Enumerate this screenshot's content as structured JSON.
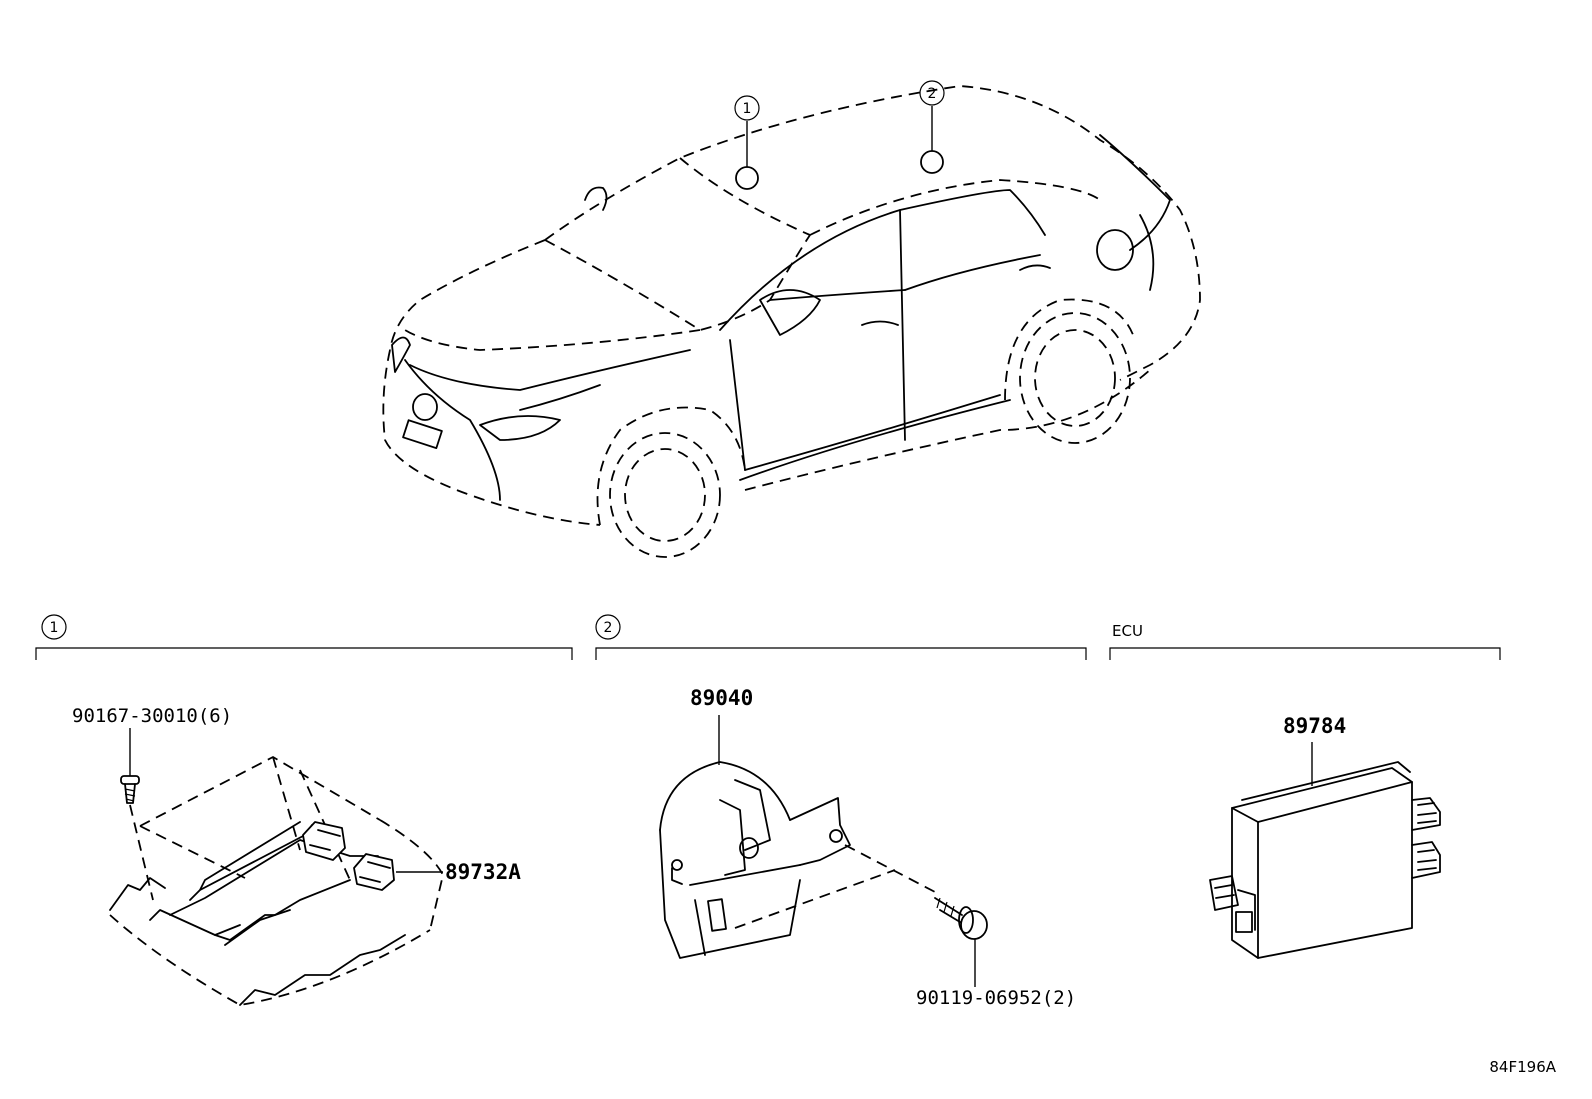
{
  "callouts": {
    "c1": "1",
    "c2": "2"
  },
  "sections": {
    "s1": {
      "marker": "1"
    },
    "s2": {
      "marker": "2"
    },
    "s3": {
      "title": "ECU"
    }
  },
  "parts": {
    "screw": "90167-30010(6)",
    "sensor_1": "89732A",
    "sensor_2": "89040",
    "bolt": "90119-06952(2)",
    "ecu": "89784"
  },
  "diagram_id": "84F196A"
}
